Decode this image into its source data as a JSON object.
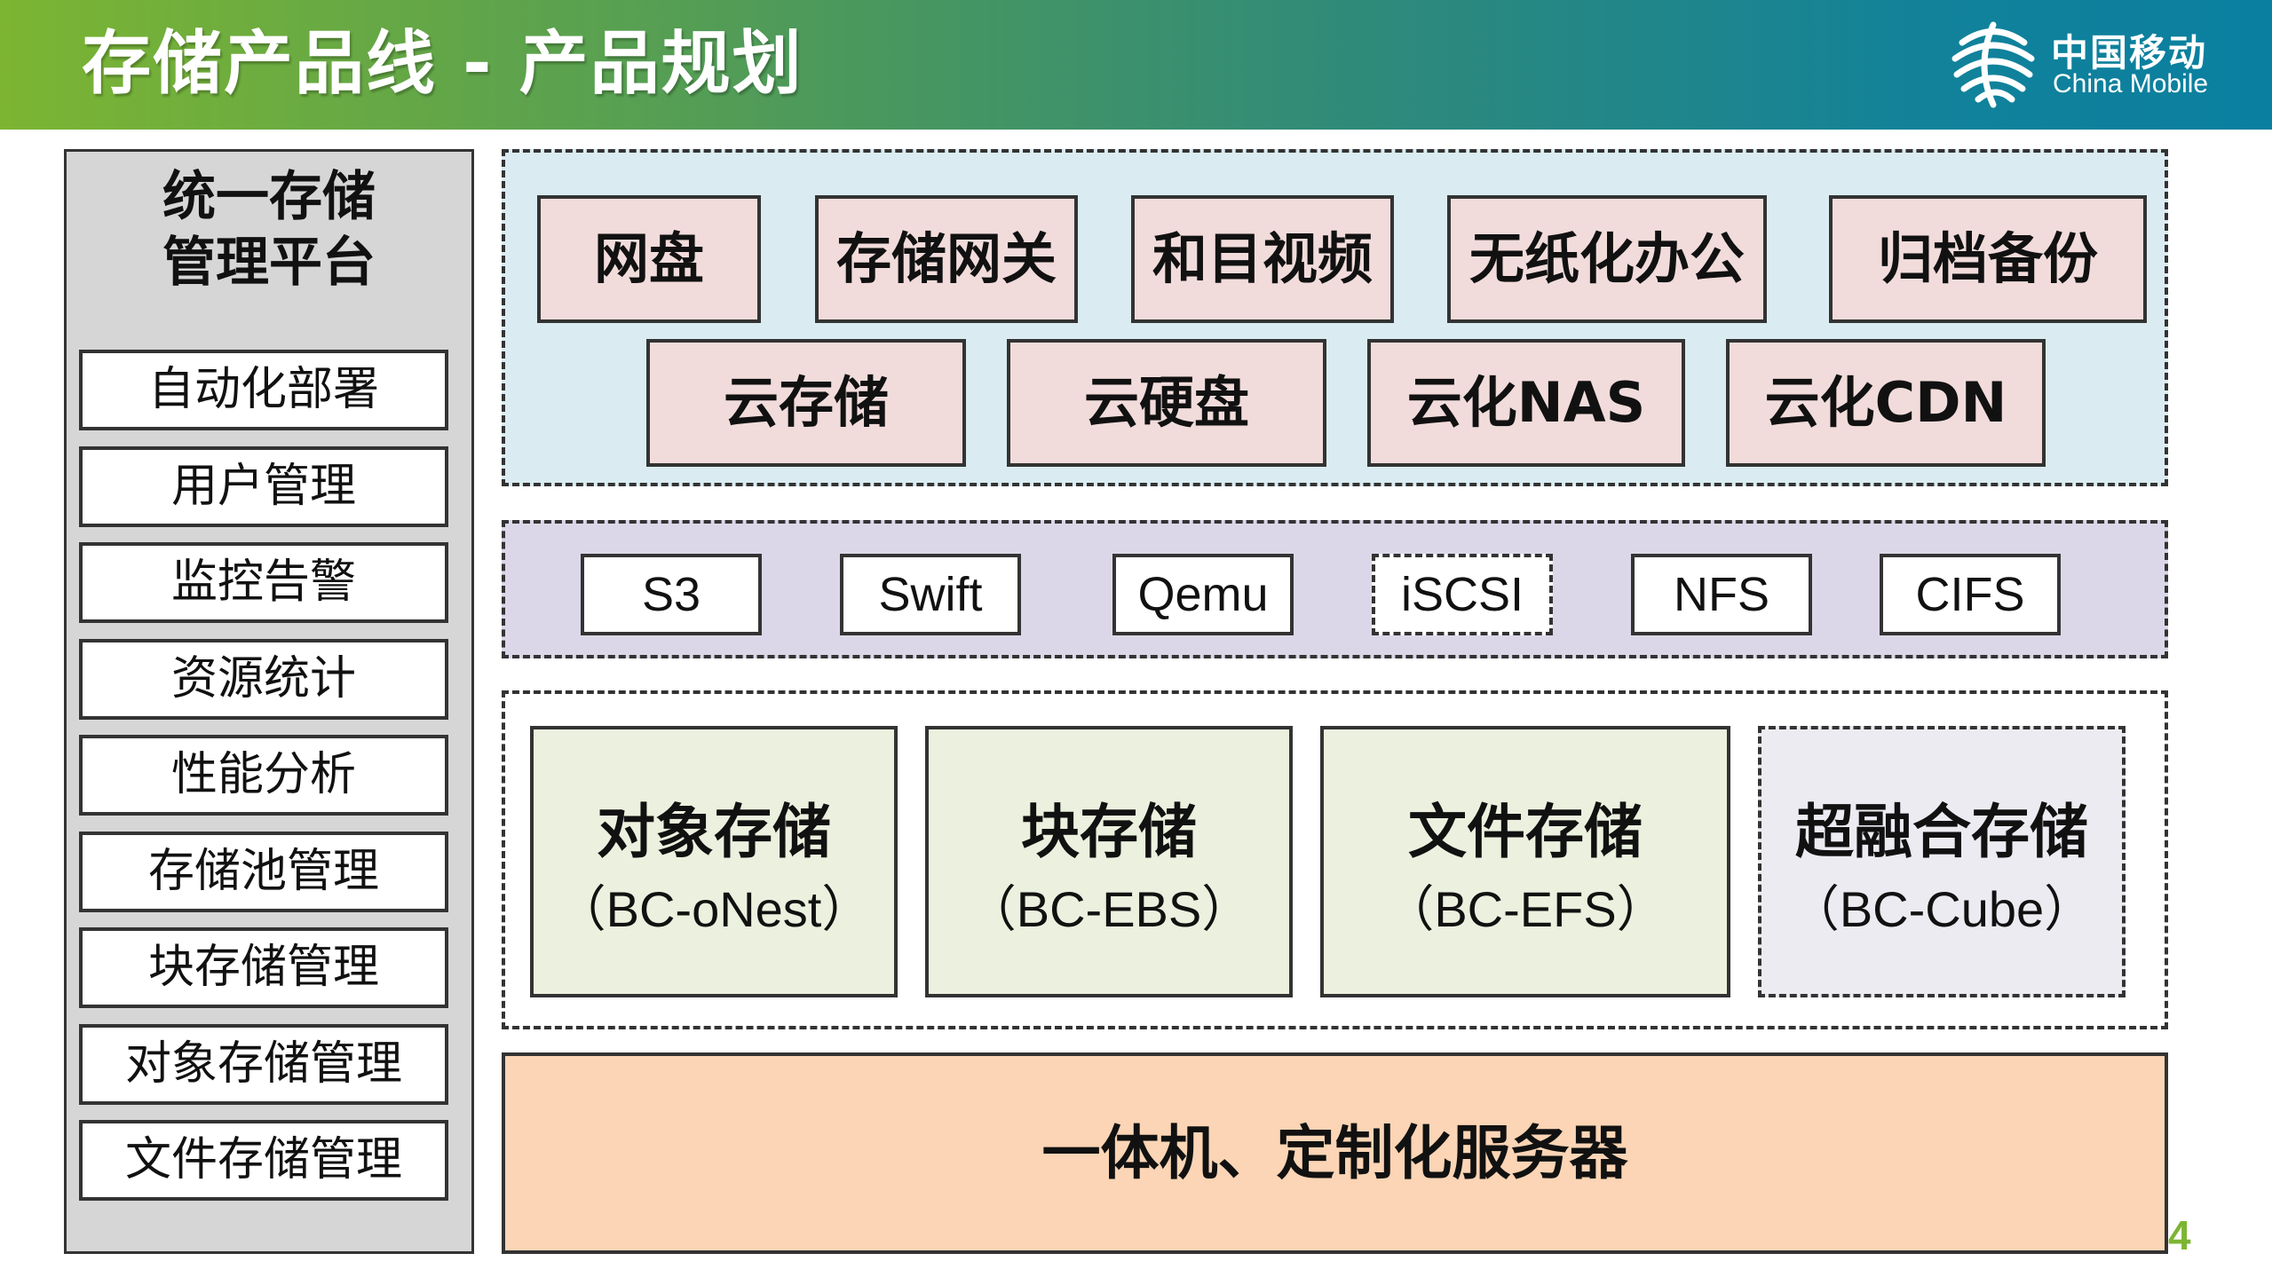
{
  "header": {
    "title": "存储产品线 - 产品规划",
    "logo_cn": "中国移动",
    "logo_en": "China Mobile"
  },
  "left_panel": {
    "title_line1": "统一存储",
    "title_line2": "管理平台",
    "items": [
      "自动化部署",
      "用户管理",
      "监控告警",
      "资源统计",
      "性能分析",
      "存储池管理",
      "块存储管理",
      "对象存储管理",
      "文件存储管理"
    ]
  },
  "apps_row1": [
    "网盘",
    "存储网关",
    "和目视频",
    "无纸化办公",
    "归档备份"
  ],
  "apps_row2": [
    "云存储",
    "云硬盘",
    "云化NAS",
    "云化CDN"
  ],
  "protocols": [
    "S3",
    "Swift",
    "Qemu",
    "iSCSI",
    "NFS",
    "CIFS"
  ],
  "storage": [
    {
      "name": "对象存储",
      "sub": "（BC-oNest）"
    },
    {
      "name": "块存储",
      "sub": "（BC-EBS）"
    },
    {
      "name": "文件存储",
      "sub": "（BC-EFS）"
    },
    {
      "name": "超融合存储",
      "sub": "（BC-Cube）"
    }
  ],
  "server": "一体机、定制化服务器",
  "page_number": "4",
  "colors": {
    "header_start": "#7cb532",
    "header_end": "#0a7fa0",
    "app_fill": "#f1dcdb",
    "top_band": "#daecf2",
    "mid_band": "#dcd7e8",
    "storage_fill": "#ebf1de",
    "hyper_fill": "#ecebf2",
    "server_fill": "#fbd5b5",
    "left_panel": "#d6d6d6"
  }
}
